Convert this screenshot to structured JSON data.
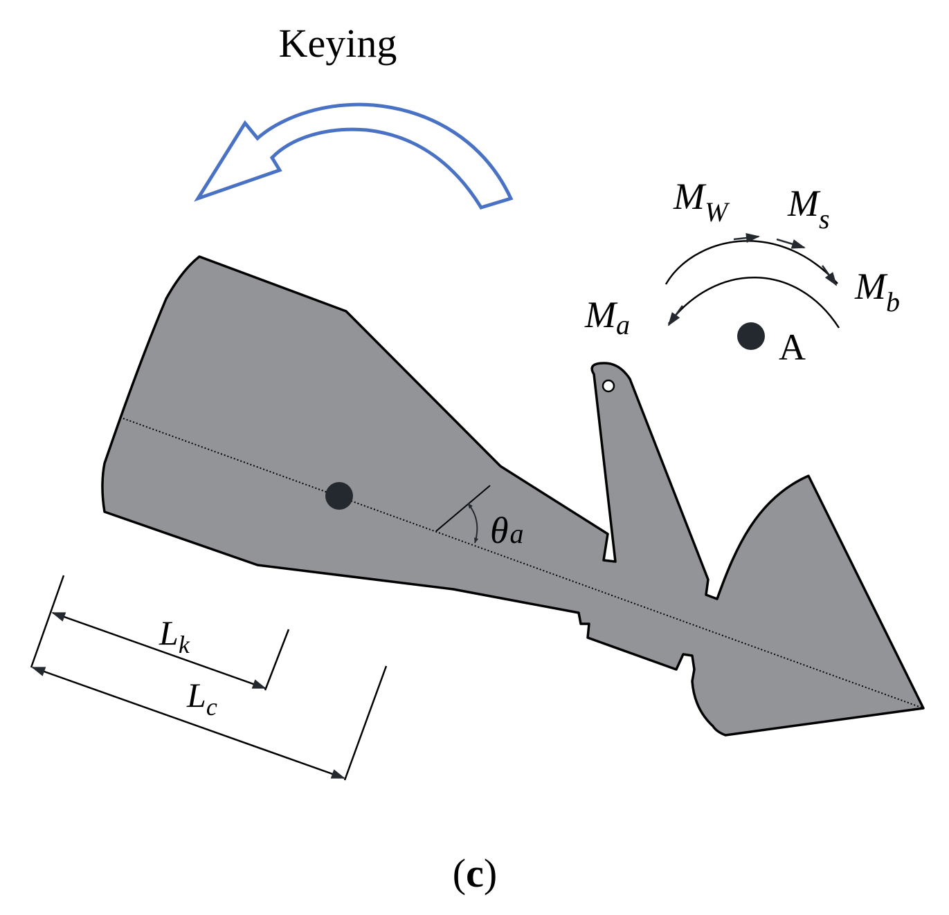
{
  "title": "Keying",
  "caption": {
    "open": "(",
    "letter": "c",
    "close": ")"
  },
  "labels": {
    "mw": {
      "main": "M",
      "sub": "W"
    },
    "ms": {
      "main": "M",
      "sub": "s"
    },
    "mb": {
      "main": "M",
      "sub": "b"
    },
    "ma": {
      "main": "M",
      "sub": "a"
    },
    "theta": {
      "main": "θ",
      "sub": "a"
    },
    "lk": {
      "main": "L",
      "sub": "k"
    },
    "lc": {
      "main": "L",
      "sub": "c"
    },
    "point_a": "A"
  },
  "colors": {
    "anchor_fill": "#939498",
    "outline": "#000000",
    "marker": "#24292f",
    "keying_arrow": "#4a72c4"
  }
}
